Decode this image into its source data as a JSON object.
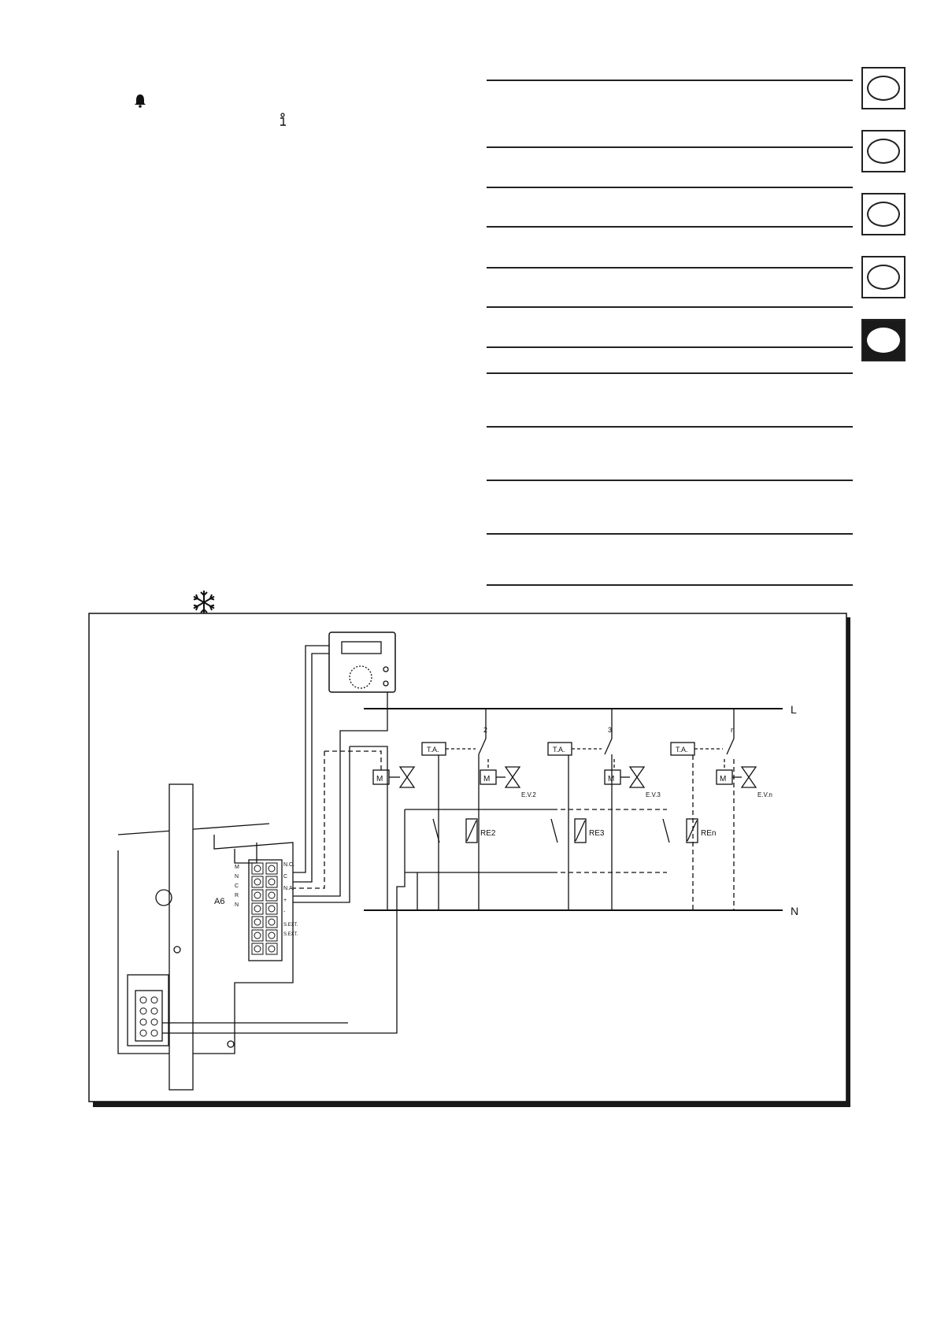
{
  "icons": {
    "bell": "bell-icon",
    "info": "info-icon",
    "snowflake": "snowflake-icon"
  },
  "tabs": [
    {
      "state": "inactive"
    },
    {
      "state": "inactive"
    },
    {
      "state": "inactive"
    },
    {
      "state": "inactive"
    },
    {
      "state": "active"
    }
  ],
  "colors": {
    "ink": "#111111",
    "tab_active": "#1a1a1a"
  },
  "diagram": {
    "line_label": "L",
    "neutral_label": "N",
    "terminal_board": {
      "module_label": "A6",
      "left_terminals": [
        "M",
        "N",
        "C",
        "R",
        "N"
      ],
      "right_terminals": [
        "N.C.",
        "C",
        "N.A.",
        "+",
        "-",
        "S.EXT.",
        "S.EXT."
      ]
    },
    "zones": [
      {
        "thermostat": "T.A.",
        "number": "2",
        "relay": "RE2",
        "valve": "E.V.2"
      },
      {
        "thermostat": "T.A.",
        "number": "3",
        "relay": "RE3",
        "valve": "E.V.3"
      },
      {
        "thermostat": "T.A.",
        "number": "n",
        "relay": "REn",
        "valve": "E.V.n"
      }
    ],
    "motor_label": "M"
  }
}
